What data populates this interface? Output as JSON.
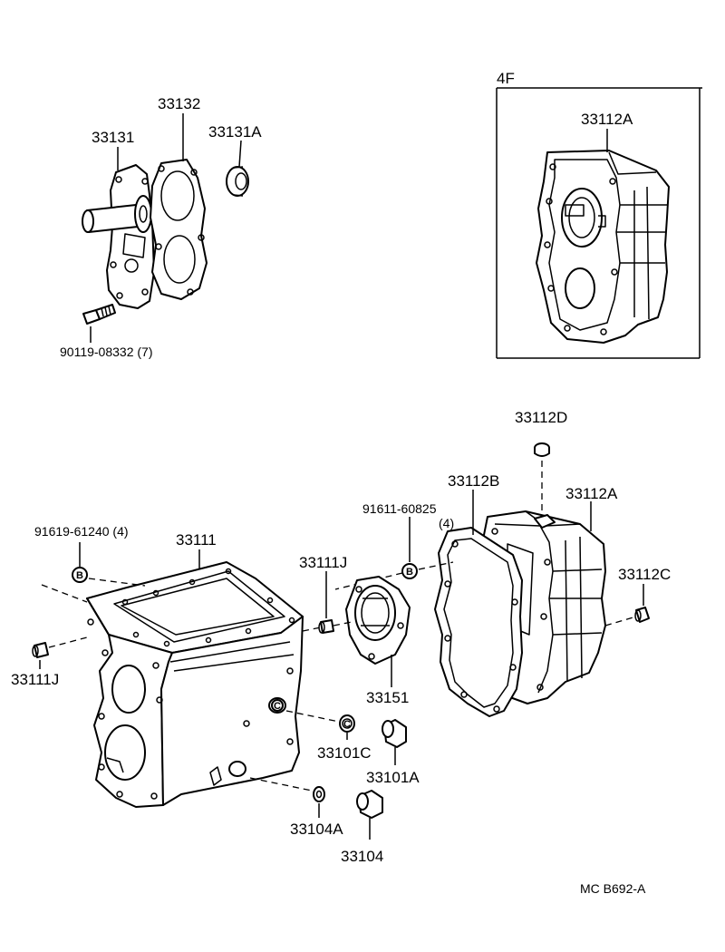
{
  "labels": {
    "p33131": "33131",
    "p33132": "33132",
    "p33131A": "33131A",
    "bolt_90119": "90119-08332 (7)",
    "variant_4f": "4F",
    "p33112A_4f": "33112A",
    "p33112D": "33112D",
    "p33112B": "33112B",
    "p33112A": "33112A",
    "p91611_a": "91611-60825",
    "p91611_b": "(4)",
    "p91619": "91619-61240 (4)",
    "p33111": "33111",
    "p33111J_right": "33111J",
    "p33112C": "33112C",
    "p33111J_left": "33111J",
    "p33151": "33151",
    "p33101C": "33101C",
    "p33101A": "33101A",
    "p33104A": "33104A",
    "p33104": "33104",
    "ref_code": "MC  B692-A"
  },
  "markers": {
    "b_left": "B",
    "b_right": "B",
    "c_case": "C",
    "c_washer": "C"
  }
}
